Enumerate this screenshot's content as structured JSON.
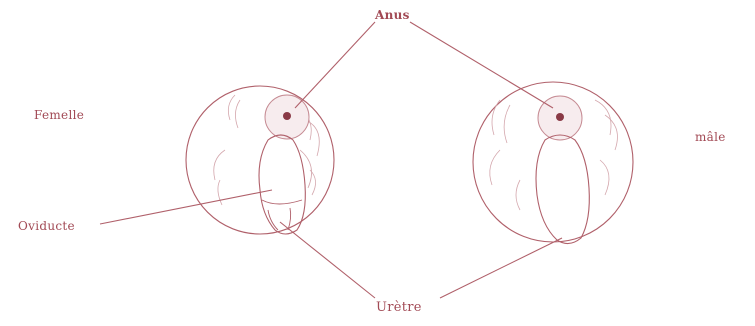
{
  "labels": {
    "anus": "Anus",
    "femelle": "Femelle",
    "male": "mâle",
    "oviducte": "Oviducte",
    "uretre": "Urètre"
  },
  "colors": {
    "ink": "#a24a55",
    "line": "#b0606a",
    "sketch": "#c58a92",
    "shade": "#d9b3b8"
  }
}
